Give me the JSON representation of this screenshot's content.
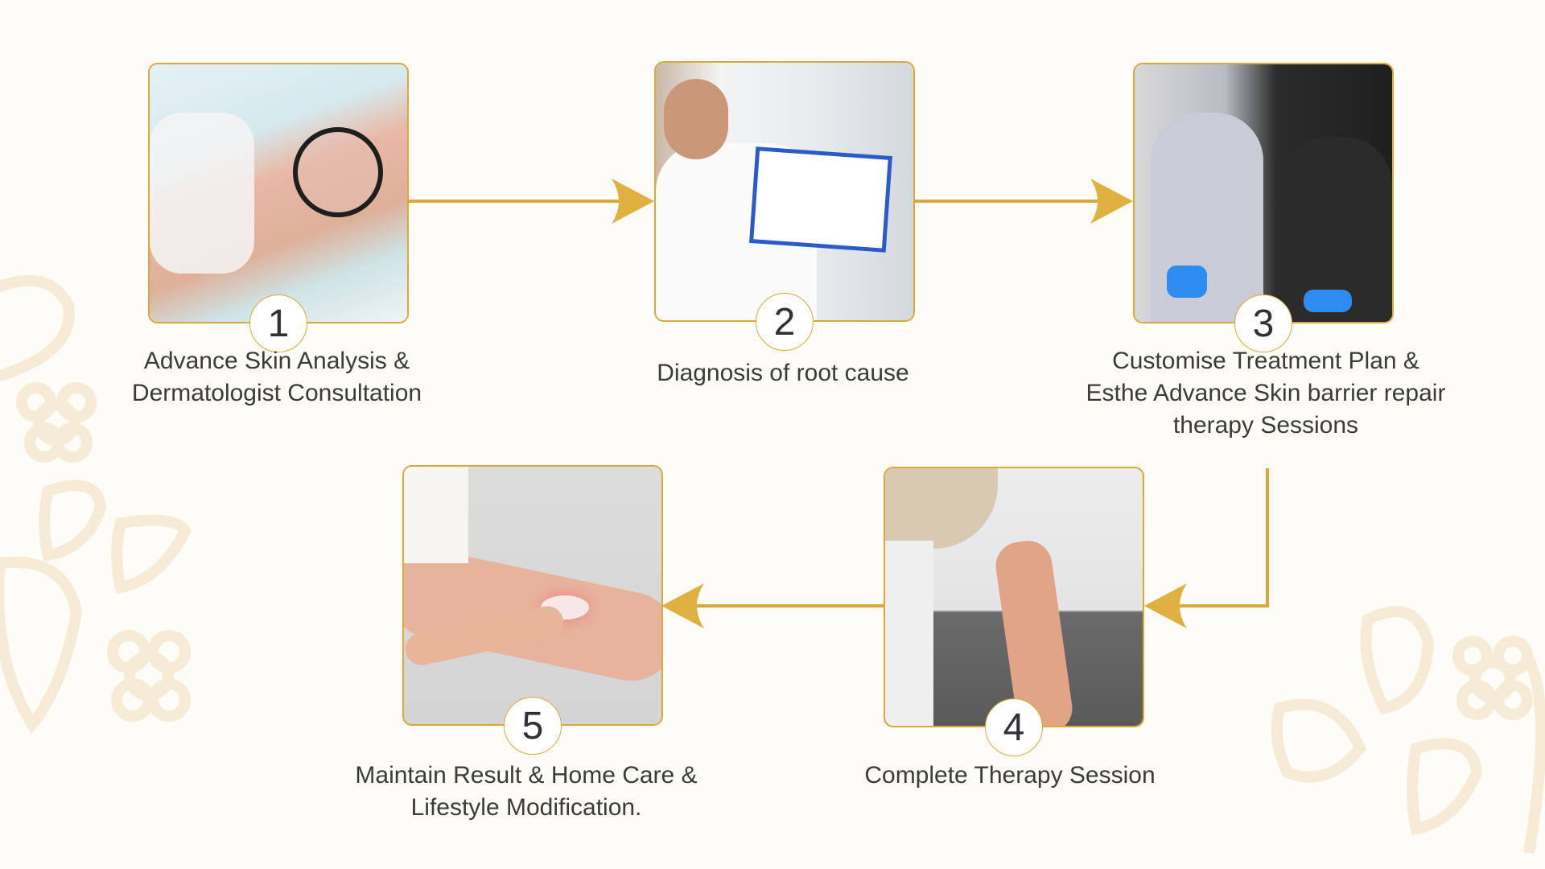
{
  "accent_color": "#d9aa3b",
  "steps": [
    {
      "number": "1",
      "label_lines": [
        "Advance Skin Analysis &",
        "Dermatologist Consultation"
      ]
    },
    {
      "number": "2",
      "label_lines": [
        "Diagnosis of root cause"
      ]
    },
    {
      "number": "3",
      "label_lines": [
        "Customise Treatment Plan &",
        "Esthe Advance Skin barrier repair",
        "therapy Sessions"
      ]
    },
    {
      "number": "4",
      "label_lines": [
        "Complete Therapy Session"
      ]
    },
    {
      "number": "5",
      "label_lines": [
        "Maintain Result & Home Care &",
        "Lifestyle Modification."
      ]
    }
  ]
}
